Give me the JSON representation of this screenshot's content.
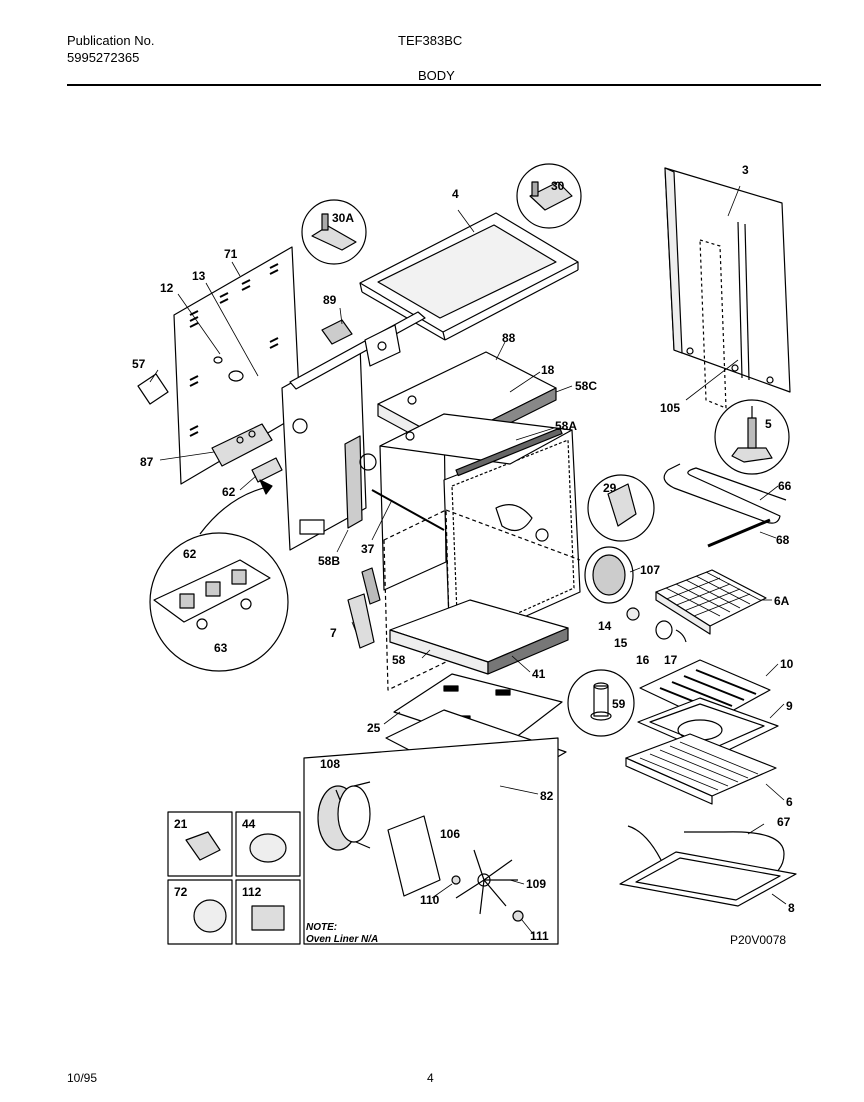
{
  "header": {
    "publication_label": "Publication No.",
    "publication_number": "5995272365",
    "model": "TEF383BC",
    "section": "BODY"
  },
  "footer": {
    "date": "10/95",
    "page": "4",
    "figure_code": "P20V0078"
  },
  "note": {
    "line1": "NOTE:",
    "line2": "Oven Liner N/A"
  },
  "callouts": {
    "c3": "3",
    "c4": "4",
    "c30": "30",
    "c30a": "30A",
    "c71": "71",
    "c13": "13",
    "c12": "12",
    "c89": "89",
    "c88": "88",
    "c18": "18",
    "c58c": "58C",
    "c57": "57",
    "c105": "105",
    "c5": "5",
    "c58a": "58A",
    "c87": "87",
    "c62a": "62",
    "c66": "66",
    "c29": "29",
    "c68": "68",
    "c58b": "58B",
    "c37": "37",
    "c62b": "62",
    "c107": "107",
    "c6a": "6A",
    "c14": "14",
    "c15": "15",
    "c16": "16",
    "c17": "17",
    "c7": "7",
    "c63": "63",
    "c58": "58",
    "c41": "41",
    "c10": "10",
    "c59": "59",
    "c25": "25",
    "c9": "9",
    "c82": "82",
    "c6": "6",
    "c108": "108",
    "c106": "106",
    "c67": "67",
    "c21": "21",
    "c44": "44",
    "c72": "72",
    "c112": "112",
    "c110": "110",
    "c109": "109",
    "c111": "111",
    "c8": "8"
  }
}
